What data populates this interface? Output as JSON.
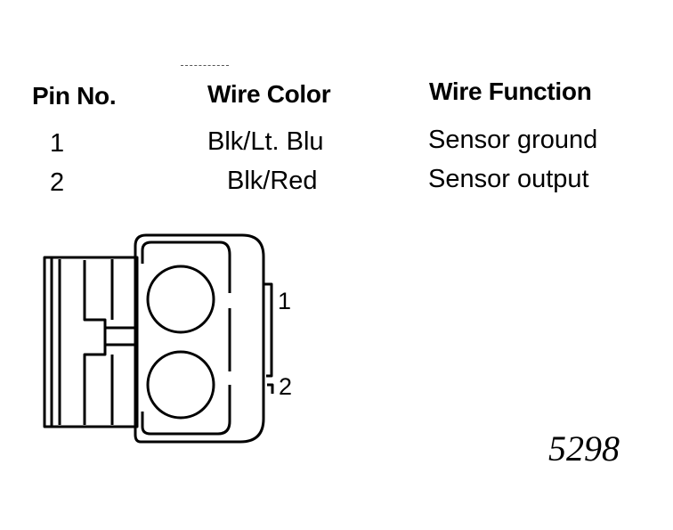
{
  "table": {
    "headers": {
      "pin": "Pin No.",
      "color": "Wire Color",
      "function": "Wire Function"
    },
    "rows": [
      {
        "pin": "1",
        "color": "Blk/Lt. Blu",
        "function": "Sensor ground"
      },
      {
        "pin": "2",
        "color": "Blk/Red",
        "function": "Sensor output"
      }
    ]
  },
  "connector": {
    "pin_labels": [
      "1",
      "2"
    ]
  },
  "figure_number": "5298"
}
